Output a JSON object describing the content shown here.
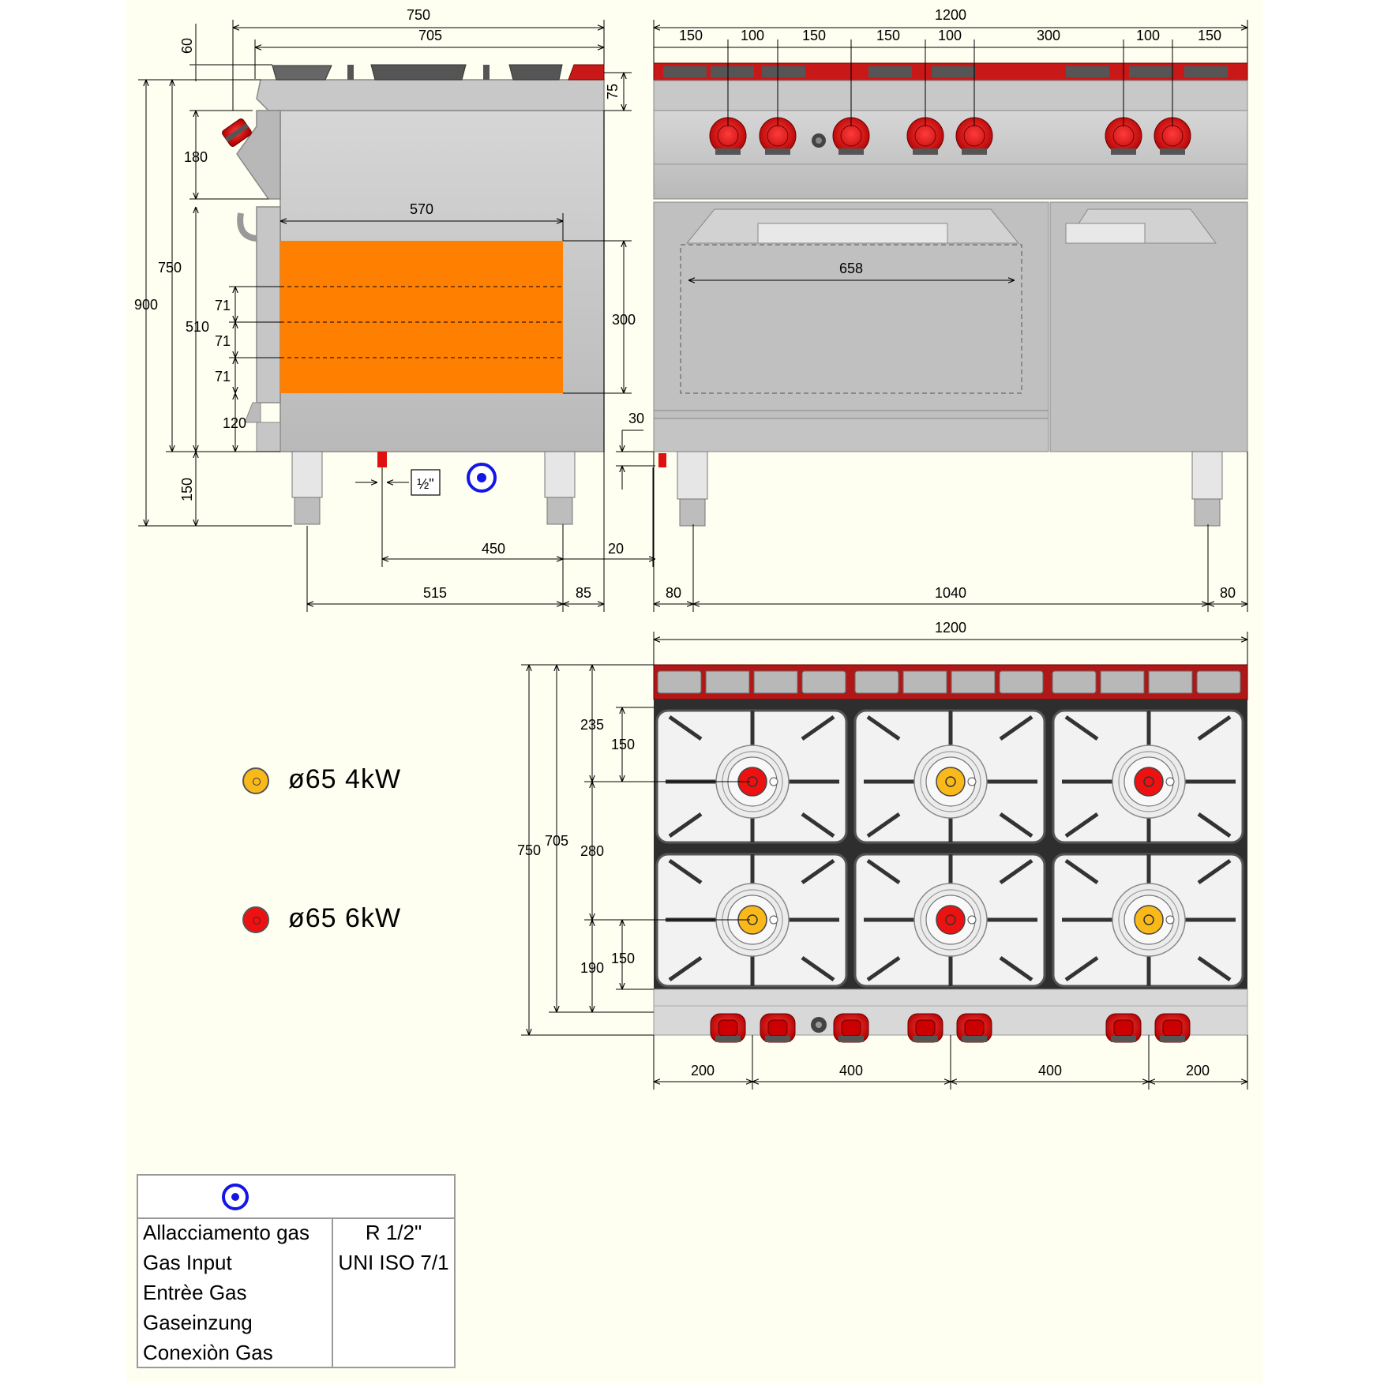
{
  "dimensions": {
    "side_view": {
      "overall_depth": "750",
      "top_depth": "705",
      "top_height": "60",
      "hob_edge": "75",
      "control_panel": "180",
      "overall_height": "900",
      "body_height": "750",
      "oven_height": "510",
      "oven_width": "570",
      "oven_cavity_height": "300",
      "rack_spacing_1": "71",
      "rack_spacing_2": "71",
      "rack_spacing_3": "71",
      "bottom_gap": "120",
      "leg_height": "150",
      "gas_offset": "30",
      "gas_connection_label": "½\"",
      "gas_to_leg": "450",
      "gas_clearance": "20",
      "leg_spacing": "515",
      "rear_leg_offset": "85"
    },
    "front_view": {
      "overall_width": "1200",
      "top_segments": [
        "150",
        "100",
        "150",
        "150",
        "100",
        "300",
        "100",
        "150"
      ],
      "oven_inner_width": "658",
      "leg_left": "80",
      "leg_span": "1040",
      "leg_right": "80"
    },
    "top_view": {
      "overall_width": "1200",
      "overall_depth": "750",
      "hob_depth": "705",
      "rear_to_back_burner": "235",
      "back_burner_offset": "150",
      "burner_pitch": "280",
      "front_burner_offset": "190",
      "front_burner_ref": "150",
      "knob_spacing": [
        "200",
        "400",
        "400",
        "200"
      ]
    }
  },
  "legend": [
    {
      "label": "ø65  4kW",
      "color": "#f9b91a"
    },
    {
      "label": "ø65  6kW",
      "color": "#ee1111"
    }
  ],
  "gas_table": {
    "rows": [
      "Allacciamento gas",
      "Gas Input",
      "Entrèe Gas",
      "Gaseinzung",
      "Conexiòn Gas"
    ],
    "value_1": "R 1/2\"",
    "value_2": "UNI ISO 7/1"
  },
  "colors": {
    "background": "#fefff0",
    "burner_4kw": "#f9b91a",
    "burner_6kw": "#ee1111",
    "oven_cavity": "#ff8000",
    "gas_symbol": "#1515e6",
    "steel": "#c8c8c8",
    "grate": "#3a3a3a"
  },
  "top_burner_types": [
    "6kW",
    "4kW",
    "6kW"
  ],
  "bottom_burner_types": [
    "4kW",
    "6kW",
    "4kW"
  ]
}
